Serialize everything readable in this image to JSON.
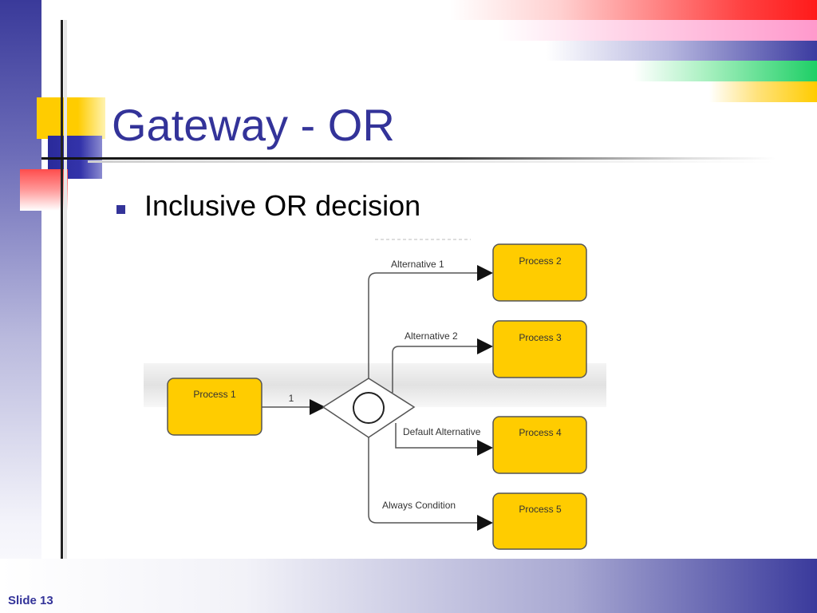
{
  "slide": {
    "title": "Gateway - OR",
    "bullet": "Inclusive OR decision",
    "footer": "Slide 13"
  },
  "diagram": {
    "source_process": "Process 1",
    "incoming_label": "1",
    "processes": [
      "Process 2",
      "Process 3",
      "Process 4",
      "Process 5"
    ],
    "branch_labels": [
      "Alternative 1",
      "Alternative 2",
      "Default Alternative",
      "Always Condition"
    ]
  },
  "colors": {
    "title": "#333399",
    "process_fill": "#ffcc00",
    "connector": "#555555"
  }
}
